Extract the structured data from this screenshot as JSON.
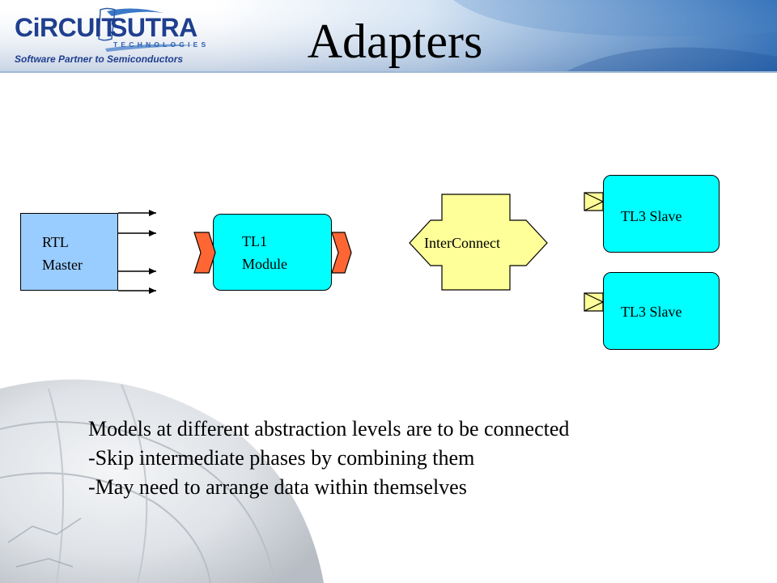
{
  "logo": {
    "word_left": "CiRCUIT",
    "word_right": "SUTRA",
    "sub": "TECHNOLOGIES",
    "tagline": "Software Partner to Semiconductors"
  },
  "title": "Adapters",
  "diagram": {
    "rtl_master": {
      "line1": "RTL",
      "line2": "Master"
    },
    "tl1_module": {
      "line1": "TL1",
      "line2": "Module"
    },
    "interconnect": {
      "label": "InterConnect"
    },
    "slaves": [
      {
        "label": "TL3 Slave"
      },
      {
        "label": "TL3 Slave"
      }
    ]
  },
  "bullets": [
    "Models at different abstraction levels are to be connected",
    "-Skip intermediate phases by combining them",
    "-May need to arrange data within themselves"
  ],
  "colors": {
    "rtl_master_fill": "#99ccff",
    "module_fill": "#00ffff",
    "interconnect_fill": "#ffff99",
    "adapter_fill": "#ff6633",
    "header_gradient_end": "#2f6fb8",
    "logo_blue": "#1f3f8f"
  }
}
